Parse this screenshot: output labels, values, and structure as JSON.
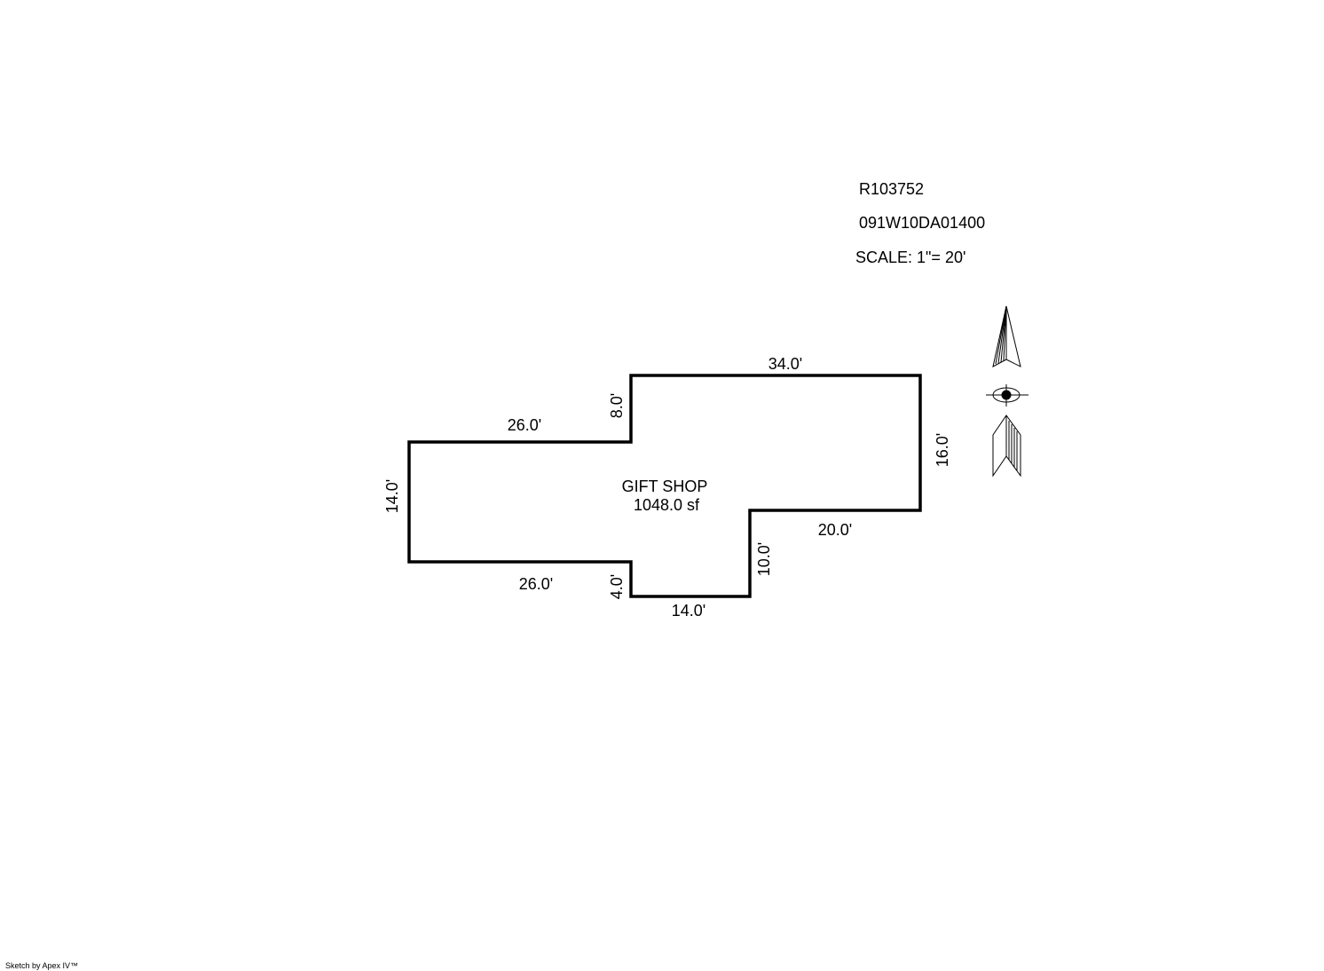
{
  "header": {
    "parcel_id": "R103752",
    "map_number": "091W10DA01400",
    "scale": "SCALE: 1\"= 20'"
  },
  "area": {
    "name": "GIFT SHOP",
    "size": "1048.0 sf"
  },
  "dimensions": {
    "top": "34.0'",
    "right": "16.0'",
    "right_step_bottom": "20.0'",
    "inner_step": "10.0'",
    "bottom": "14.0'",
    "bottom_step": "4.0'",
    "lower_left": "26.0'",
    "left": "14.0'",
    "upper_left": "26.0'",
    "upper_step": "8.0'"
  },
  "compass": {
    "icon": "north-arrow-icon"
  },
  "footer": {
    "credit": "Sketch by Apex IV™"
  },
  "colors": {
    "outline": "#000000",
    "background": "#ffffff"
  }
}
